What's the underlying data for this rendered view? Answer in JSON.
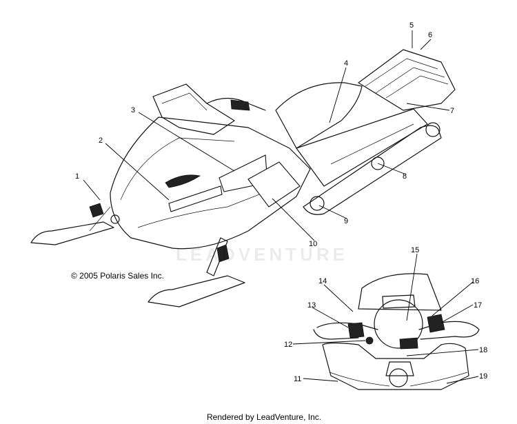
{
  "copyright": "© 2005 Polaris Sales Inc.",
  "watermark": "LEADVENTURE",
  "credit": "Rendered by LeadVenture, Inc.",
  "callouts": [
    "1",
    "2",
    "3",
    "4",
    "5",
    "6",
    "7",
    "8",
    "9",
    "10",
    "11",
    "12",
    "13",
    "14",
    "15",
    "16",
    "17",
    "18",
    "19"
  ]
}
